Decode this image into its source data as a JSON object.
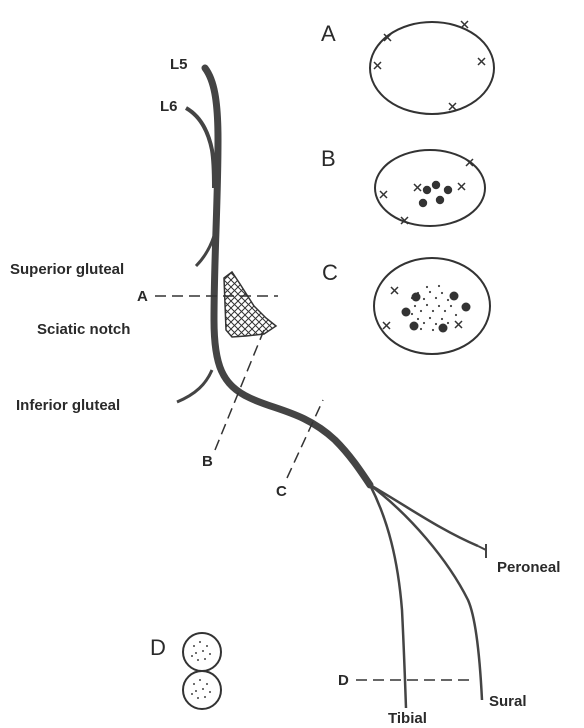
{
  "nerve_labels": {
    "l5": "L5",
    "l6": "L6",
    "superior_gluteal": "Superior gluteal",
    "sciatic_notch": "Sciatic notch",
    "inferior_gluteal": "Inferior gluteal",
    "peroneal": "Peroneal",
    "sural": "Sural",
    "tibial": "Tibial"
  },
  "section_markers": {
    "a": "A",
    "b": "B",
    "c": "C",
    "d": "D"
  },
  "cross_sections": {
    "a": "A",
    "b": "B",
    "c": "C",
    "d": "D"
  }
}
